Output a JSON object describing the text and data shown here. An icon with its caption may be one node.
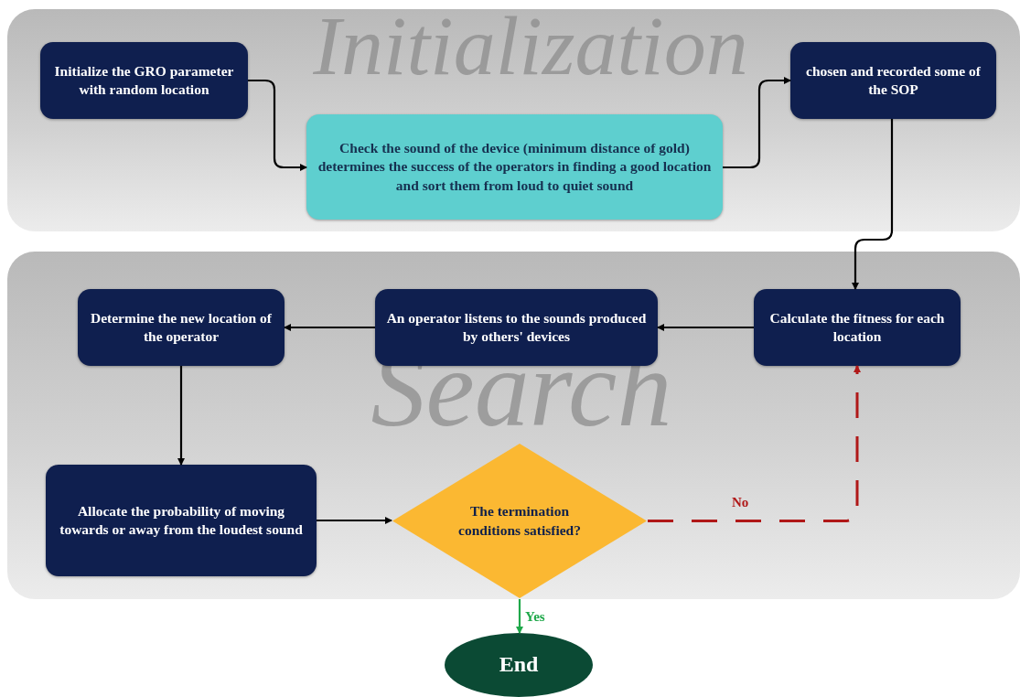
{
  "diagram": {
    "nodes": [
      {
        "text": [
          "Initialization"
        ]
      },
      {
        "text": [
          "Initialize the GRO parameter with random location"
        ],
        "in": 0
      },
      {
        "text": [
          "Check the sound of the device (minimum distance of gold) determines the success of the operators in finding a good location and sort them from loud to quiet sound"
        ],
        "in": 0
      },
      {
        "text": [
          "chosen and recorded some of the SOP"
        ],
        "in": 0
      },
      {
        "text": [
          "Search"
        ]
      },
      {
        "text": [
          "Calculate the fitness for each location"
        ],
        "in": 4
      },
      {
        "text": [
          "An operator listens to the sounds produced by others' devices"
        ],
        "in": 4
      },
      {
        "text": [
          "Determine the new location of the operator"
        ],
        "in": 4
      },
      {
        "text": [
          "Allocate the probability of moving towards or away from the loudest sound"
        ],
        "in": 4
      },
      {
        "text": [
          "The termination conditions satisfied?"
        ],
        "in": 4
      },
      {
        "text": [
          "End"
        ]
      }
    ],
    "edges": [
      {
        "from": 1,
        "to": 2,
        "arrow": "to"
      },
      {
        "from": 2,
        "to": 3,
        "arrow": "to"
      },
      {
        "from": 3,
        "to": 5,
        "arrow": "to"
      },
      {
        "from": 5,
        "to": 6,
        "arrow": "to"
      },
      {
        "from": 6,
        "to": 7,
        "arrow": "to"
      },
      {
        "from": 7,
        "to": 8,
        "arrow": "to"
      },
      {
        "from": 8,
        "to": 9,
        "arrow": "to"
      },
      {
        "from": 9,
        "to": 5,
        "arrow": "to",
        "label": "No",
        "style": "dashed",
        "color": "#b01818"
      },
      {
        "from": 9,
        "to": 10,
        "arrow": "to",
        "label": "Yes",
        "color": "#1fa84a"
      }
    ]
  }
}
